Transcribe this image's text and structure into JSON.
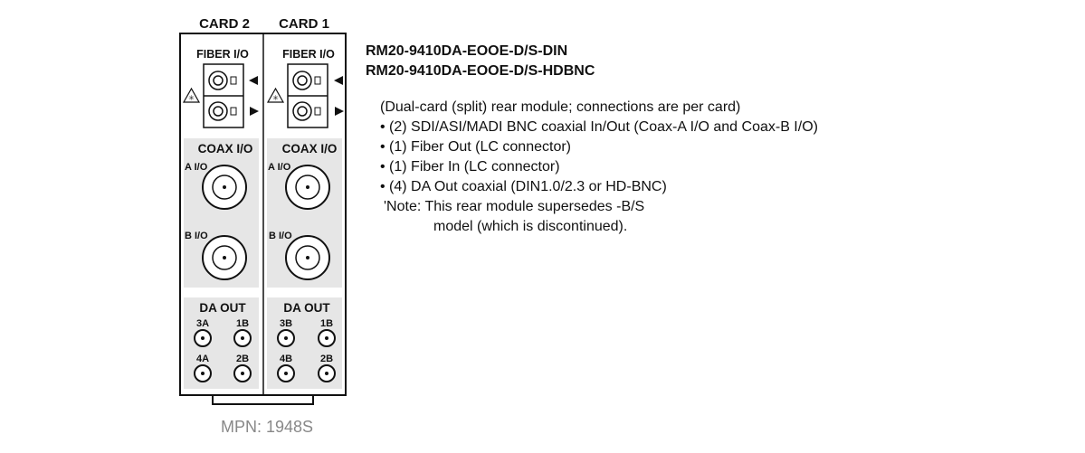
{
  "module": {
    "card_labels": [
      "CARD 2",
      "CARD 1"
    ],
    "fiber_label": "FIBER I/O",
    "coax_label": "COAX I/O",
    "coax_a_label": "A I/O",
    "coax_b_label": "B I/O",
    "da_label": "DA OUT",
    "card2_da_ports": [
      "3A",
      "1B",
      "4A",
      "2B"
    ],
    "card1_da_ports": [
      "3B",
      "1B",
      "4B",
      "2B"
    ],
    "mpn": "MPN: 1948S"
  },
  "spec": {
    "model_lines": [
      "RM20-9410DA-EOOE-D/S-DIN",
      "RM20-9410DA-EOOE-D/S-HDBNC"
    ],
    "description_lines": [
      "(Dual-card (split) rear module; connections are per card)",
      "• (2) SDI/ASI/MADI BNC coaxial In/Out (Coax-A I/O and Coax-B I/O)",
      "• (1) Fiber Out (LC connector)",
      "• (1) Fiber In (LC connector)",
      "• (4) DA Out coaxial (DIN1.0/2.3 or HD-BNC)"
    ],
    "note_line1": "'Note: This rear module supersedes -B/S",
    "note_line2": "model (which is discontinued)."
  }
}
